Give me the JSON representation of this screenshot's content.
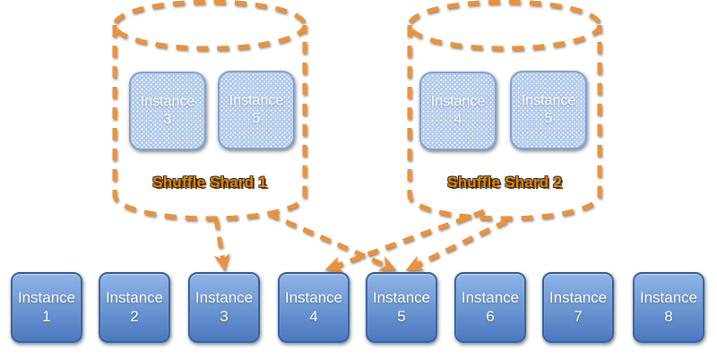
{
  "colors": {
    "background": "#ffffff",
    "dash_orange": "#ee9238",
    "shard_label_orange": "#e68a00",
    "shard_box_fill": "#aec6e8",
    "shard_box_border": "#7fa3d4",
    "row_box_top": "#8fb5e6",
    "row_box_bottom": "#4b79c0",
    "row_box_border": "#35639f",
    "box_text": "#ffffff"
  },
  "shards": [
    {
      "id": "shard-1",
      "label": "Shuffle Shard 1",
      "instances": [
        {
          "name": "Instance",
          "number": "3"
        },
        {
          "name": "Instance",
          "number": "5"
        }
      ]
    },
    {
      "id": "shard-2",
      "label": "Shuffle Shard 2",
      "instances": [
        {
          "name": "Instance",
          "number": "4"
        },
        {
          "name": "Instance",
          "number": "5"
        }
      ]
    }
  ],
  "row": [
    {
      "name": "Instance",
      "number": "1"
    },
    {
      "name": "Instance",
      "number": "2"
    },
    {
      "name": "Instance",
      "number": "3"
    },
    {
      "name": "Instance",
      "number": "4"
    },
    {
      "name": "Instance",
      "number": "5"
    },
    {
      "name": "Instance",
      "number": "6"
    },
    {
      "name": "Instance",
      "number": "7"
    },
    {
      "name": "Instance",
      "number": "8"
    }
  ],
  "connections": [
    {
      "from": "shard-1",
      "to": "instance-3"
    },
    {
      "from": "shard-1",
      "to": "instance-5"
    },
    {
      "from": "shard-2",
      "to": "instance-4"
    },
    {
      "from": "shard-2",
      "to": "instance-5"
    }
  ]
}
